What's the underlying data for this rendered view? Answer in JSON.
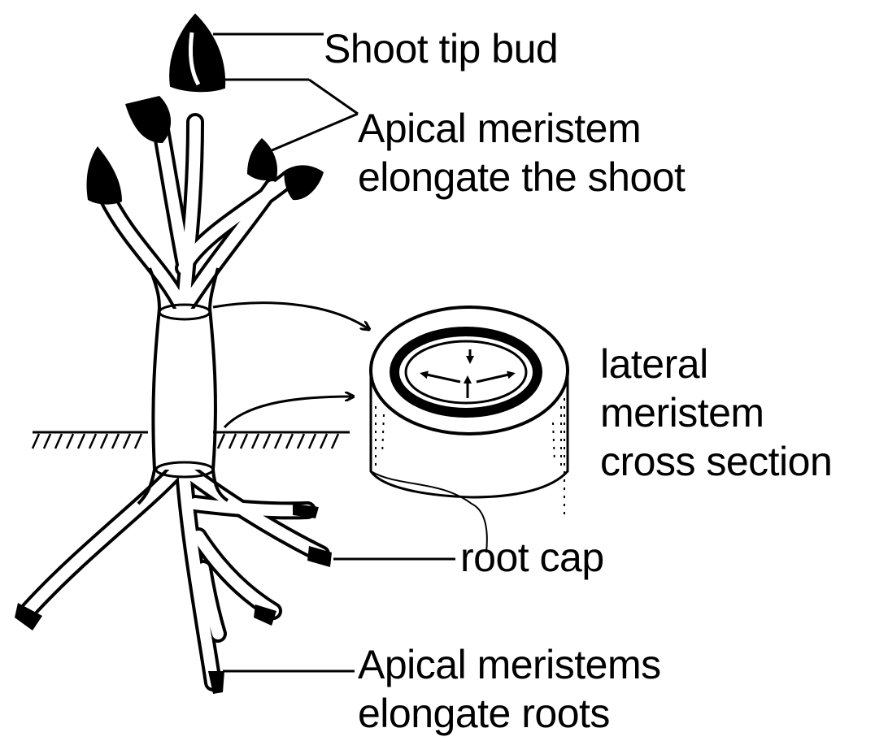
{
  "labels": {
    "shoot_tip_bud": "Shoot tip bud",
    "apical_shoot": [
      "Apical meristem",
      "elongate the shoot"
    ],
    "lateral": [
      "lateral",
      "meristem",
      "cross section"
    ],
    "root_cap": "root cap",
    "apical_roots": [
      "Apical meristems",
      "elongate roots"
    ]
  },
  "colors": {
    "ink": "#000000",
    "paper": "#ffffff"
  }
}
